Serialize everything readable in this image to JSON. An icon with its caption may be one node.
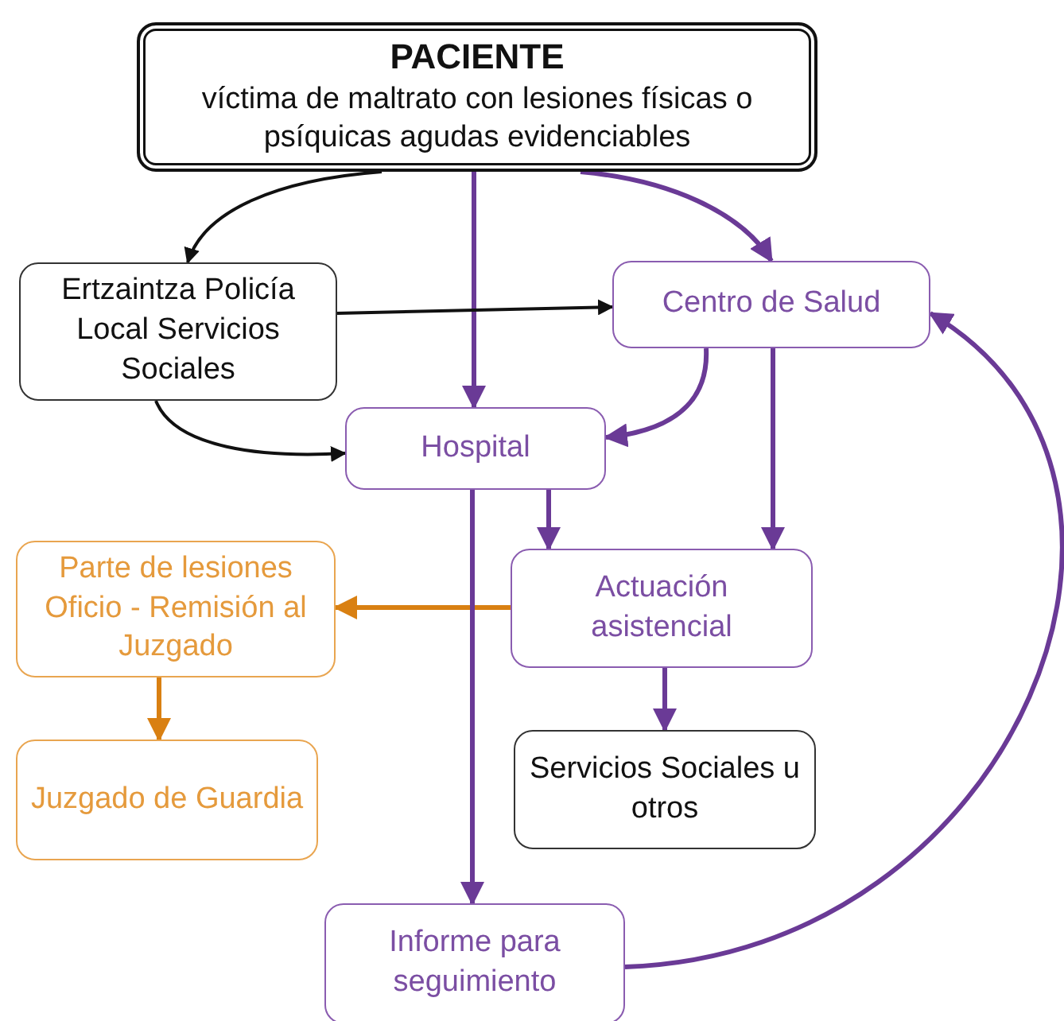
{
  "diagram": {
    "nodes": [
      {
        "text": [
          "PACIENTE",
          "víctima de maltrato con lesiones físicas o psíquicas agudas evidenciables"
        ]
      },
      {
        "text": [
          "Ertzaintza Policía Local Servicios Sociales"
        ]
      },
      {
        "text": [
          "Centro de Salud"
        ]
      },
      {
        "text": [
          "Hospital"
        ]
      },
      {
        "text": [
          "Parte de lesiones Oficio - Remisión al Juzgado"
        ]
      },
      {
        "text": [
          "Actuación asistencial"
        ]
      },
      {
        "text": [
          "Juzgado de Guardia"
        ]
      },
      {
        "text": [
          "Servicios Sociales u otros"
        ]
      },
      {
        "text": [
          "Informe para seguimiento"
        ]
      }
    ],
    "edges": [
      {
        "from": 0,
        "to": 1,
        "arrow": "to",
        "color": "#111111"
      },
      {
        "from": 0,
        "to": 3,
        "arrow": "to"
      },
      {
        "from": 0,
        "to": 2,
        "arrow": "to"
      },
      {
        "from": 1,
        "to": 2,
        "arrow": "to",
        "color": "#111111"
      },
      {
        "from": 1,
        "to": 3,
        "arrow": "to",
        "color": "#111111"
      },
      {
        "from": 2,
        "to": 3,
        "arrow": "to"
      },
      {
        "from": 3,
        "to": 5,
        "arrow": "to"
      },
      {
        "from": 2,
        "to": 5,
        "arrow": "to"
      },
      {
        "from": 5,
        "to": 4,
        "arrow": "to",
        "color": "#d98012"
      },
      {
        "from": 4,
        "to": 6,
        "arrow": "to",
        "color": "#d98012"
      },
      {
        "from": 5,
        "to": 7,
        "arrow": "to"
      },
      {
        "from": 3,
        "to": 8,
        "arrow": "to"
      },
      {
        "from": 8,
        "to": 2,
        "arrow": "to"
      }
    ]
  }
}
